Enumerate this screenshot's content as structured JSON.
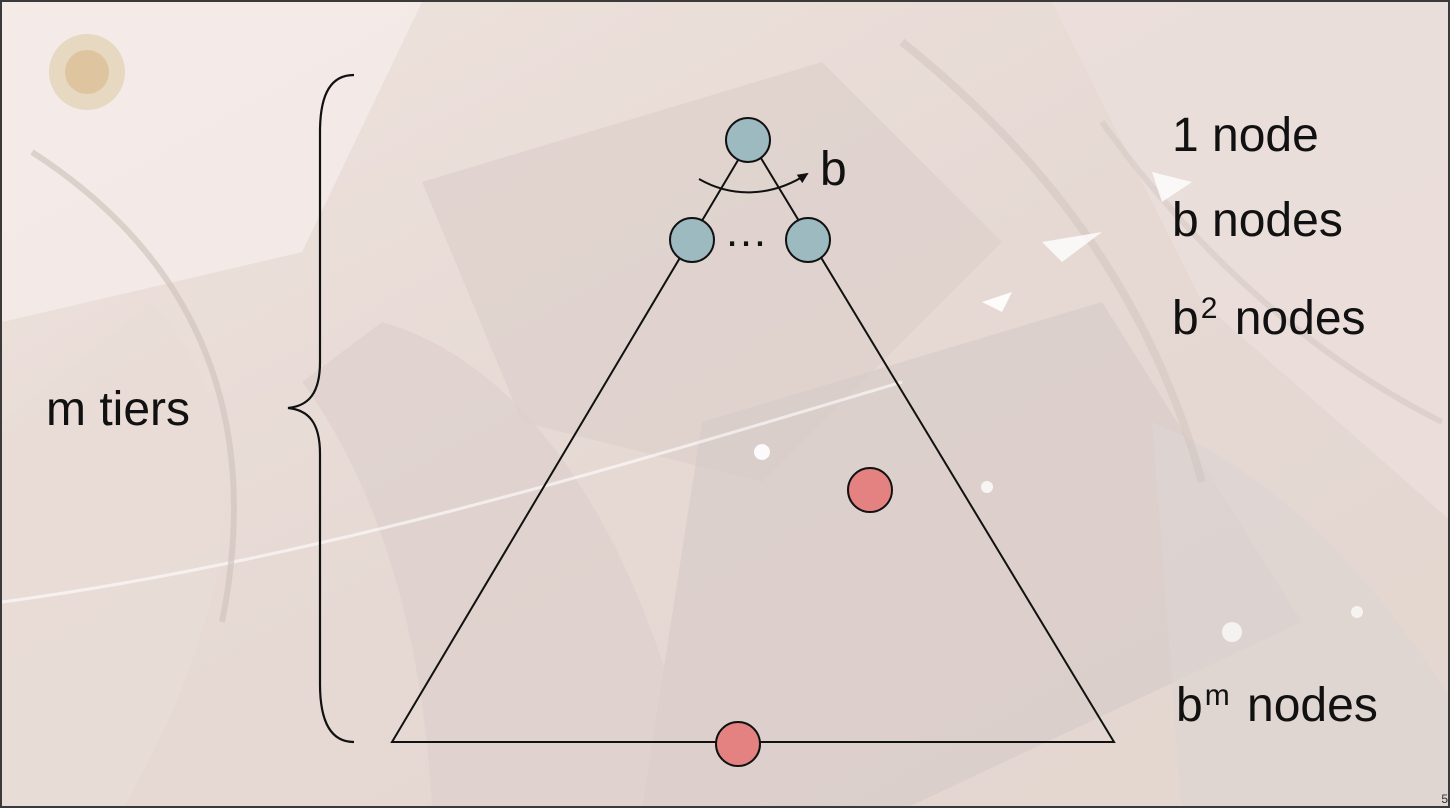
{
  "diagram": {
    "branch_label": "b",
    "ellipsis": "…",
    "depth_label": "m tiers",
    "levels": [
      {
        "base": "1 node",
        "sup": "",
        "rest": ""
      },
      {
        "base": "b nodes",
        "sup": "",
        "rest": ""
      },
      {
        "base": "b",
        "sup": "2",
        "rest": " nodes"
      },
      {
        "base": "b",
        "sup": "m",
        "rest": " nodes"
      }
    ]
  },
  "colors": {
    "tree_node": "#9dbac0",
    "goal_node": "#e48181",
    "outline": "#111111"
  },
  "page_number": "5"
}
